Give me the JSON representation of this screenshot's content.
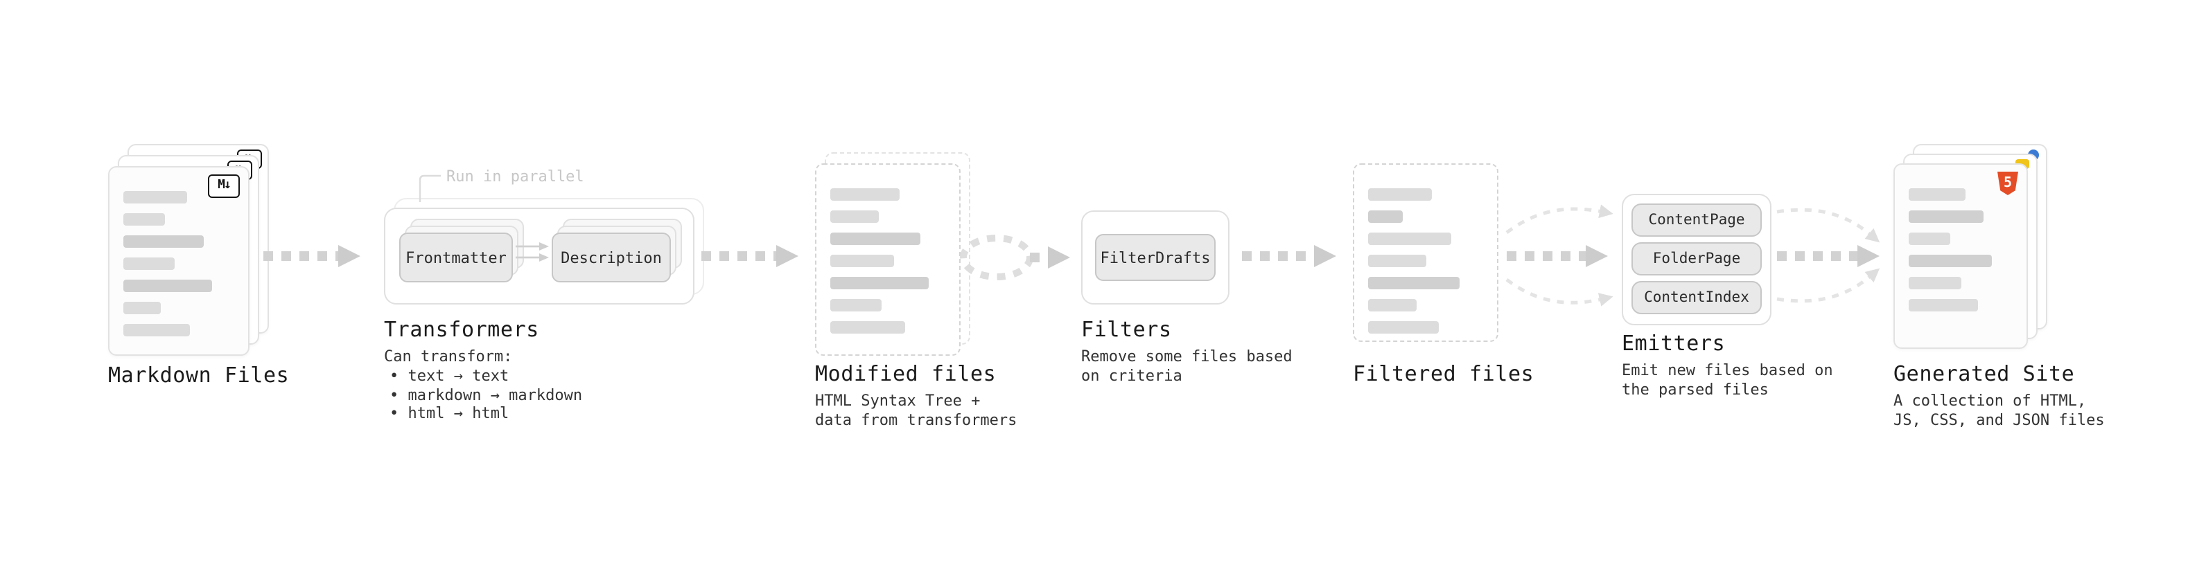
{
  "diagram": {
    "markdown_files": {
      "label": "Markdown Files",
      "badge": "M↓"
    },
    "transformers": {
      "label": "Transformers",
      "annotation": "Run in parallel",
      "buttons": [
        "Frontmatter",
        "Description"
      ],
      "description_title": "Can transform:",
      "description_items": [
        "• text → text",
        "• markdown → markdown",
        "• html → html"
      ]
    },
    "modified_files": {
      "label": "Modified files",
      "description": "HTML Syntax Tree +\ndata from transformers"
    },
    "filters": {
      "label": "Filters",
      "buttons": [
        "FilterDrafts"
      ],
      "description": "Remove some files based\non criteria"
    },
    "filtered_files": {
      "label": "Filtered files"
    },
    "emitters": {
      "label": "Emitters",
      "buttons": [
        "ContentPage",
        "FolderPage",
        "ContentIndex"
      ],
      "description": "Emit new files based on\nthe parsed files"
    },
    "generated_site": {
      "label": "Generated Site",
      "badge": "5",
      "description": "A collection of HTML,\nJS, CSS, and JSON files"
    }
  },
  "colors": {
    "arrow": "#d2d2d2",
    "arrow_light": "#e4e4e4",
    "card_border": "#e2e2e2",
    "bar": "#dcdcdc",
    "button_bg": "#e9e9e9",
    "markdown_badge": "#141414",
    "html5_badge": "#e44d26",
    "js_badge": "#3b7bd4",
    "css_badge": "#f0c419"
  }
}
